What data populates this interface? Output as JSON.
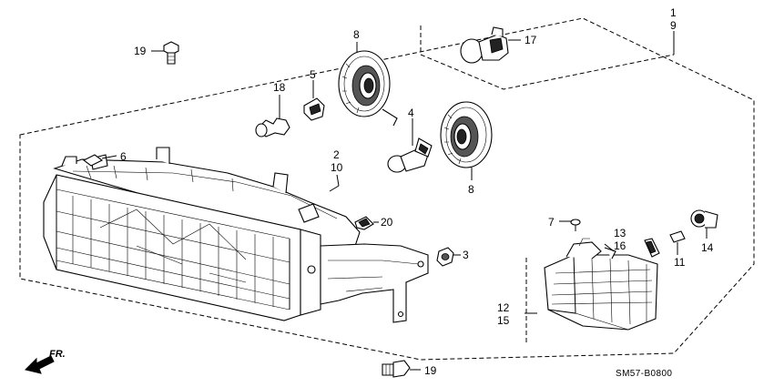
{
  "diagram": {
    "code": "SM57-B0800",
    "front_arrow_label": "FR.",
    "callouts": {
      "c1": "1",
      "c9": "9",
      "c2": "2",
      "c10": "10",
      "c3": "3",
      "c4": "4",
      "c5": "5",
      "c6": "6",
      "c7": "7",
      "c8a": "8",
      "c8b": "8",
      "c11": "11",
      "c12": "12",
      "c15": "15",
      "c13": "13",
      "c16": "16",
      "c14": "14",
      "c17": "17",
      "c18": "18",
      "c19a": "19",
      "c19b": "19",
      "c20": "20"
    }
  }
}
